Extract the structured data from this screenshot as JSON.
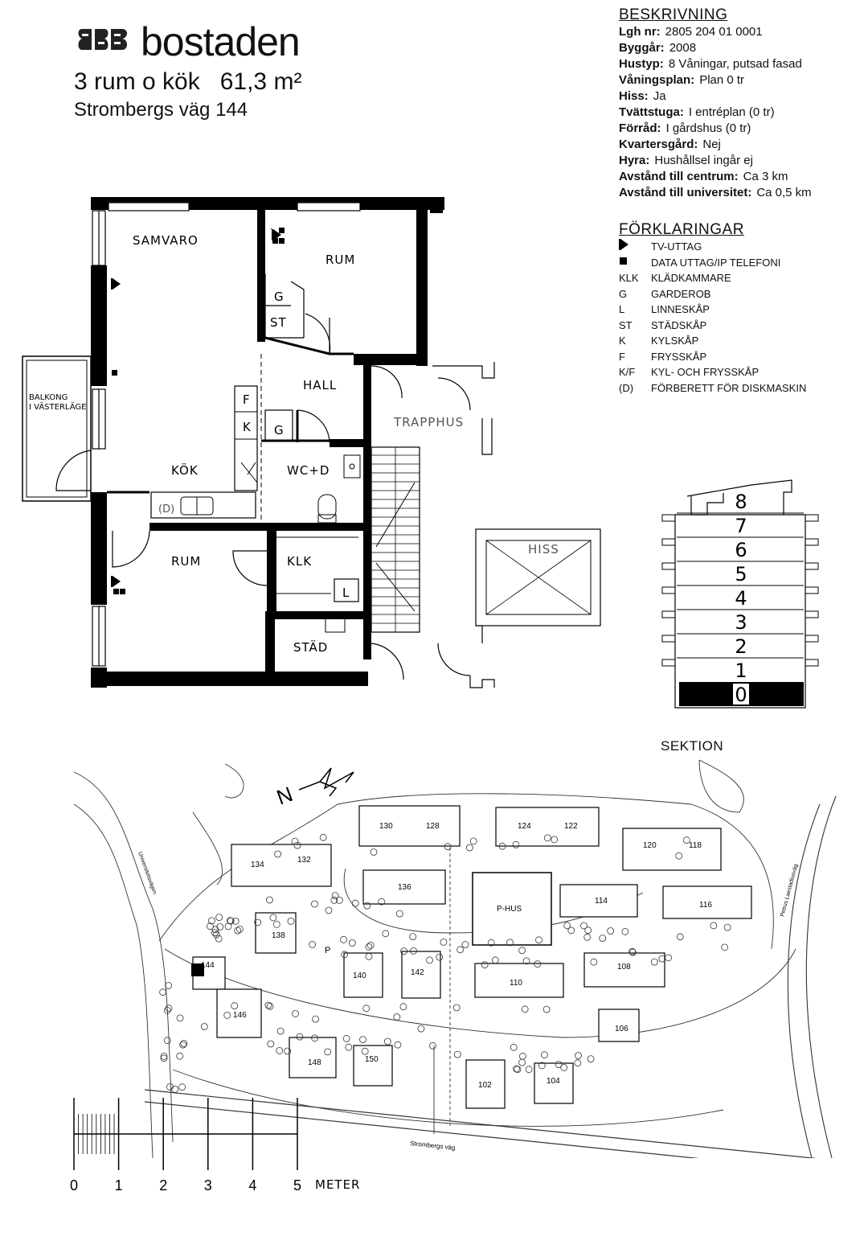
{
  "header": {
    "brand": "bostaden",
    "title": "3 rum o kök   61,3 m²",
    "address": "Strombergs väg 144"
  },
  "description": {
    "title": "BESKRIVNING",
    "rows": [
      {
        "label": "Lgh nr:",
        "value": "2805 204 01 0001"
      },
      {
        "label": "Byggår:",
        "value": "2008"
      },
      {
        "label": "Hustyp:",
        "value": "8 Våningar, putsad fasad"
      },
      {
        "label": "Våningsplan:",
        "value": "Plan 0 tr"
      },
      {
        "label": "Hiss:",
        "value": "Ja"
      },
      {
        "label": "Tvättstuga:",
        "value": "I entréplan (0 tr)"
      },
      {
        "label": "Förråd:",
        "value": "I gårdshus (0 tr)"
      },
      {
        "label": "Kvartersgård:",
        "value": "Nej"
      },
      {
        "label": "Hyra:",
        "value": "Hushållsel ingår ej"
      },
      {
        "label": "Avstånd till centrum:",
        "value": "Ca 3 km"
      },
      {
        "label": "Avstånd till universitet:",
        "value": "Ca 0,5 km"
      }
    ]
  },
  "legend": {
    "title": "FÖRKLARINGAR",
    "items": [
      {
        "symbol": "tv-icon",
        "code": "",
        "text": "TV-UTTAG"
      },
      {
        "symbol": "data-icon",
        "code": "",
        "text": "DATA UTTAG/IP TELEFONI"
      },
      {
        "symbol": "",
        "code": "KLK",
        "text": "KLÄDKAMMARE"
      },
      {
        "symbol": "",
        "code": "G",
        "text": "GARDEROB"
      },
      {
        "symbol": "",
        "code": "L",
        "text": "LINNESKÅP"
      },
      {
        "symbol": "",
        "code": "ST",
        "text": "STÄDSKÅP"
      },
      {
        "symbol": "",
        "code": "K",
        "text": "KYLSKÅP"
      },
      {
        "symbol": "",
        "code": "F",
        "text": "FRYSSKÅP"
      },
      {
        "symbol": "",
        "code": "K/F",
        "text": "KYL- OCH FRYSSKÅP"
      },
      {
        "symbol": "",
        "code": "(D)",
        "text": "FÖRBERETT FÖR DISKMASKIN"
      }
    ]
  },
  "plan": {
    "rooms": {
      "samvaro": "SAMVARO",
      "rum1": "RUM",
      "hall": "HALL",
      "kok": "KÖK",
      "wc": "WC+D",
      "rum2": "RUM",
      "klk": "KLK",
      "stad": "STÄD",
      "trapphus": "TRAPPHUS",
      "hiss": "HISS",
      "balkong1": "BALKONG",
      "balkong2": "I VÄSTERLÄGE"
    },
    "fixtures": {
      "g1": "G",
      "st": "ST",
      "f": "F",
      "k": "K",
      "g2": "G",
      "l": "L",
      "d": "(D)"
    }
  },
  "section": {
    "label": "SEKTION",
    "floors": [
      "8",
      "7",
      "6",
      "5",
      "4",
      "3",
      "2",
      "1",
      "0"
    ],
    "current_floor": "0"
  },
  "site": {
    "north": "N",
    "buildings": [
      "130",
      "128",
      "124",
      "122",
      "120",
      "118",
      "134",
      "132",
      "136",
      "114",
      "116",
      "138",
      "140",
      "142",
      "110",
      "108",
      "144",
      "146",
      "148",
      "150",
      "106",
      "102",
      "104"
    ],
    "p_hus": "P-HUS",
    "parking": "P",
    "roads": [
      "Strombergs väg",
      "Petrus Laestadiusväg",
      "Universitetsvägen"
    ],
    "highlight": "144"
  },
  "scale": {
    "ticks": [
      "0",
      "1",
      "2",
      "3",
      "4",
      "5"
    ],
    "unit": "METER"
  }
}
